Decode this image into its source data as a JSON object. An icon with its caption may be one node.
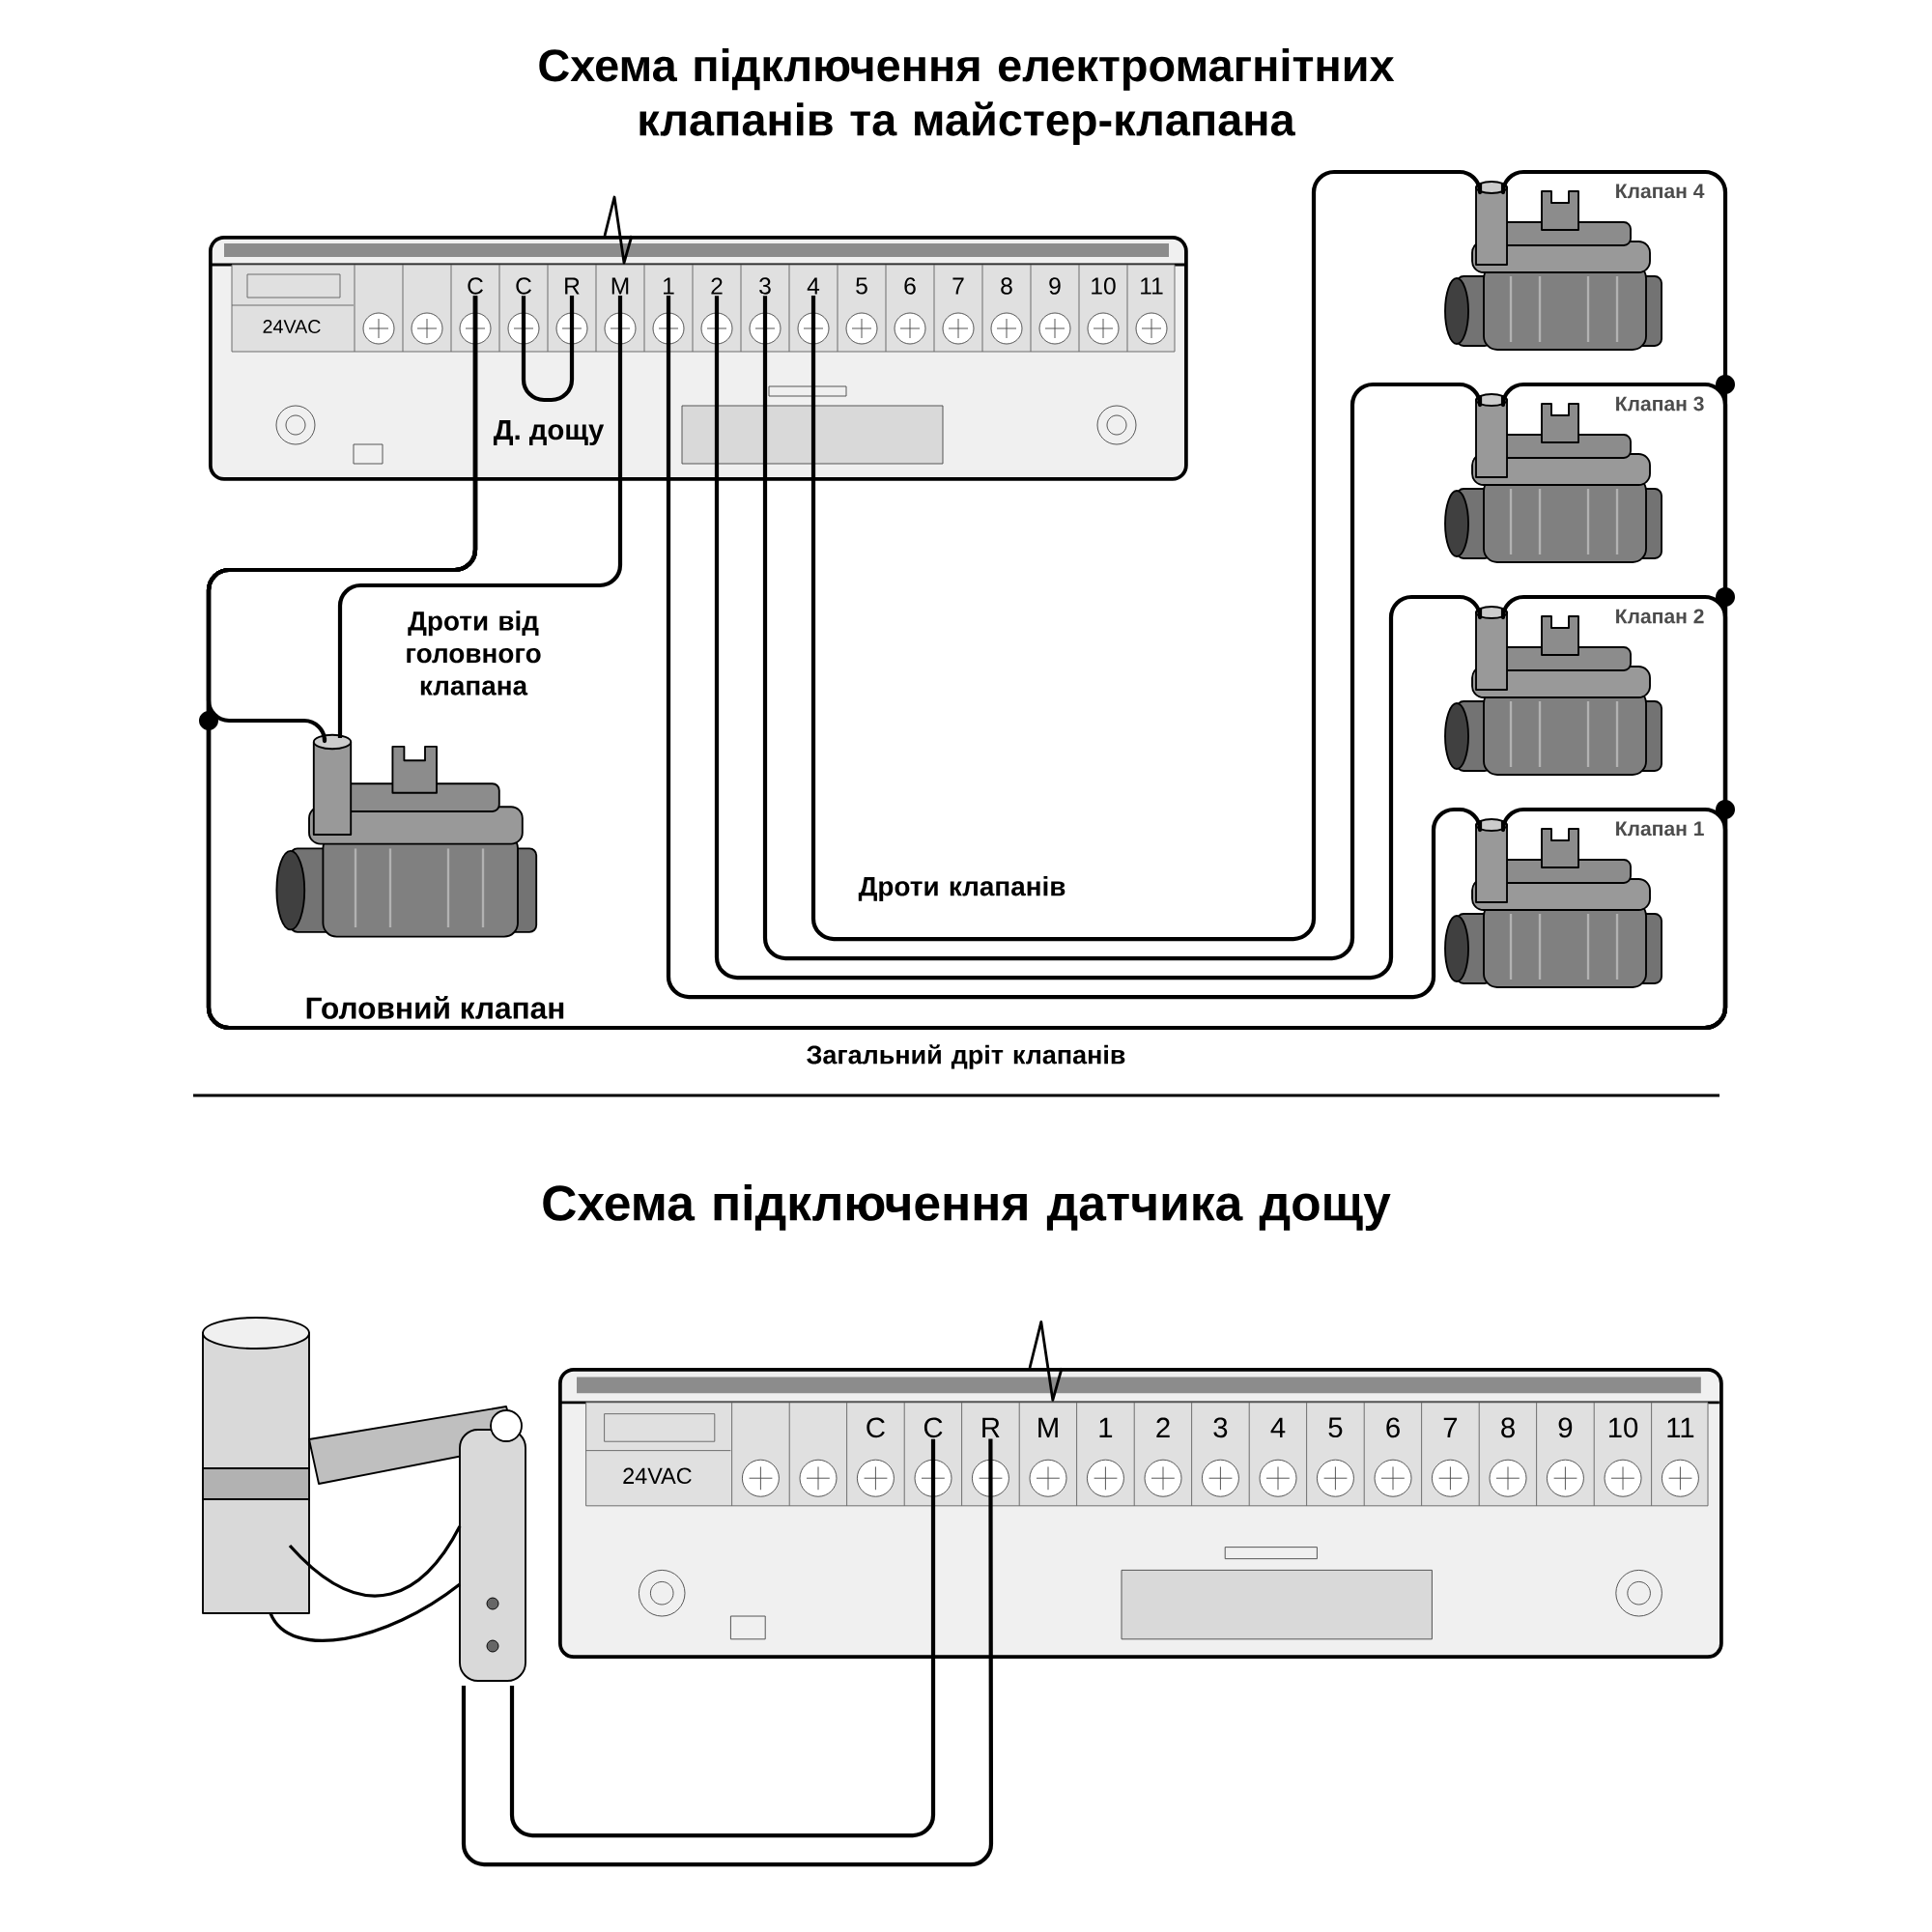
{
  "diagram": {
    "title": "Схема підключення електромагнітних клапанів та майстер-клапана",
    "nodes": [
      {
        "text": [],
        "shape": "box"
      },
      {
        "text": [
          "24VAC"
        ],
        "in": 0
      },
      {
        "text": [
          "C"
        ],
        "in": 0
      },
      {
        "text": [
          "C"
        ],
        "in": 0
      },
      {
        "text": [
          "R"
        ],
        "in": 0
      },
      {
        "text": [
          "M"
        ],
        "in": 0
      },
      {
        "text": [
          "1"
        ],
        "in": 0
      },
      {
        "text": [
          "2"
        ],
        "in": 0
      },
      {
        "text": [
          "3"
        ],
        "in": 0
      },
      {
        "text": [
          "4"
        ],
        "in": 0
      },
      {
        "text": [
          "5"
        ],
        "in": 0
      },
      {
        "text": [
          "6"
        ],
        "in": 0
      },
      {
        "text": [
          "7"
        ],
        "in": 0
      },
      {
        "text": [
          "8"
        ],
        "in": 0
      },
      {
        "text": [
          "9"
        ],
        "in": 0
      },
      {
        "text": [
          "10"
        ],
        "in": 0
      },
      {
        "text": [
          "11"
        ],
        "in": 0
      },
      {
        "text": [
          "Головний клапан"
        ]
      },
      {
        "text": [
          "Клапан 4"
        ]
      },
      {
        "text": [
          "Клапан 3"
        ]
      },
      {
        "text": [
          "Клапан 2"
        ]
      },
      {
        "text": [
          "Клапан 1"
        ]
      },
      {
        "text": [],
        "shape": "box"
      },
      {
        "text": [
          "24VAC"
        ],
        "in": 22
      },
      {
        "text": [
          "C"
        ],
        "in": 22
      },
      {
        "text": [
          "C"
        ],
        "in": 22
      },
      {
        "text": [
          "R"
        ],
        "in": 22
      },
      {
        "text": [
          "M"
        ],
        "in": 22
      },
      {
        "text": [
          "1"
        ],
        "in": 22
      },
      {
        "text": [
          "2"
        ],
        "in": 22
      },
      {
        "text": [
          "3"
        ],
        "in": 22
      },
      {
        "text": [
          "4"
        ],
        "in": 22
      },
      {
        "text": [
          "5"
        ],
        "in": 22
      },
      {
        "text": [
          "6"
        ],
        "in": 22
      },
      {
        "text": [
          "7"
        ],
        "in": 22
      },
      {
        "text": [
          "8"
        ],
        "in": 22
      },
      {
        "text": [
          "9"
        ],
        "in": 22
      },
      {
        "text": [
          "10"
        ],
        "in": 22
      },
      {
        "text": [
          "11"
        ],
        "in": 22
      },
      {
        "text": [],
        "shape": "picture"
      }
    ],
    "edges": [
      {
        "from": 2,
        "to": 17,
        "arrow": "none"
      },
      {
        "from": 2,
        "to": 18,
        "arrow": "none"
      },
      {
        "from": 2,
        "to": 19,
        "arrow": "none"
      },
      {
        "from": 2,
        "to": 20,
        "arrow": "none"
      },
      {
        "from": 2,
        "to": 21,
        "arrow": "none"
      },
      {
        "from": 5,
        "to": 17,
        "arrow": "none"
      },
      {
        "from": 6,
        "to": 21,
        "arrow": "none"
      },
      {
        "from": 7,
        "to": 20,
        "arrow": "none"
      },
      {
        "from": 8,
        "to": 19,
        "arrow": "none"
      },
      {
        "from": 9,
        "to": 18,
        "arrow": "none"
      },
      {
        "from": 3,
        "to": 4,
        "arrow": "none",
        "label": "Д. дощу"
      },
      {
        "from": 25,
        "to": 39,
        "arrow": "none"
      },
      {
        "from": 26,
        "to": 39,
        "arrow": "none"
      }
    ],
    "labels": [
      "Дроти від головного клапана",
      "Дроти клапанів",
      "Загальний дріт клапанів",
      "Схема підключення датчика дощу"
    ]
  }
}
